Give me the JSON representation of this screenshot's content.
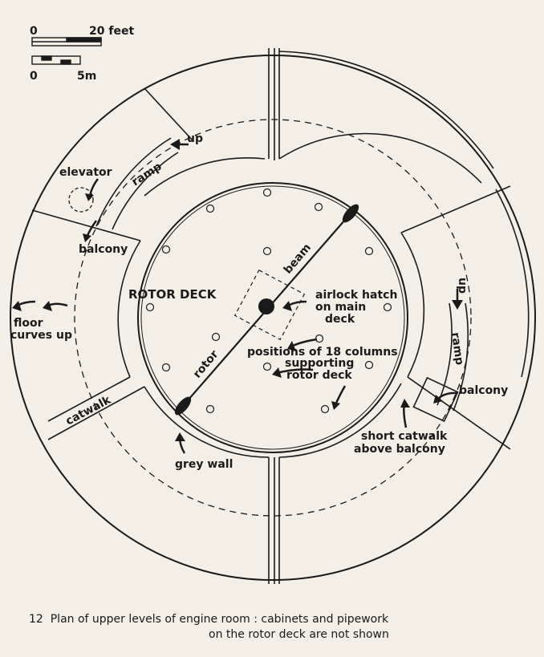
{
  "scale": {
    "feet_zero": "0",
    "feet_max": "20 feet",
    "metric_zero": "0",
    "metric_max": "5m"
  },
  "labels": {
    "up_top": "up",
    "ramp_top": "ramp",
    "elevator": "elevator",
    "balcony_left": "balcony",
    "rotor_deck": "ROTOR DECK",
    "floor_curves_up_1": "floor",
    "floor_curves_up_2": "curves up",
    "catwalk": "catwalk",
    "grey_wall": "grey wall",
    "beam": "beam",
    "rotor": "rotor",
    "airlock_1": "airlock hatch",
    "airlock_2": "on main",
    "airlock_3": "deck",
    "columns_1": "positions of 18 columns",
    "columns_2": "supporting",
    "columns_3": "rotor deck",
    "up_right": "up",
    "ramp_right": "ramp",
    "balcony_right": "balcony",
    "short_catwalk_1": "short catwalk",
    "short_catwalk_2": "above balcony"
  },
  "caption": {
    "number": "12",
    "line1": "Plan of upper levels of engine room : cabinets and pipework",
    "line2": "on the rotor deck are not shown"
  }
}
